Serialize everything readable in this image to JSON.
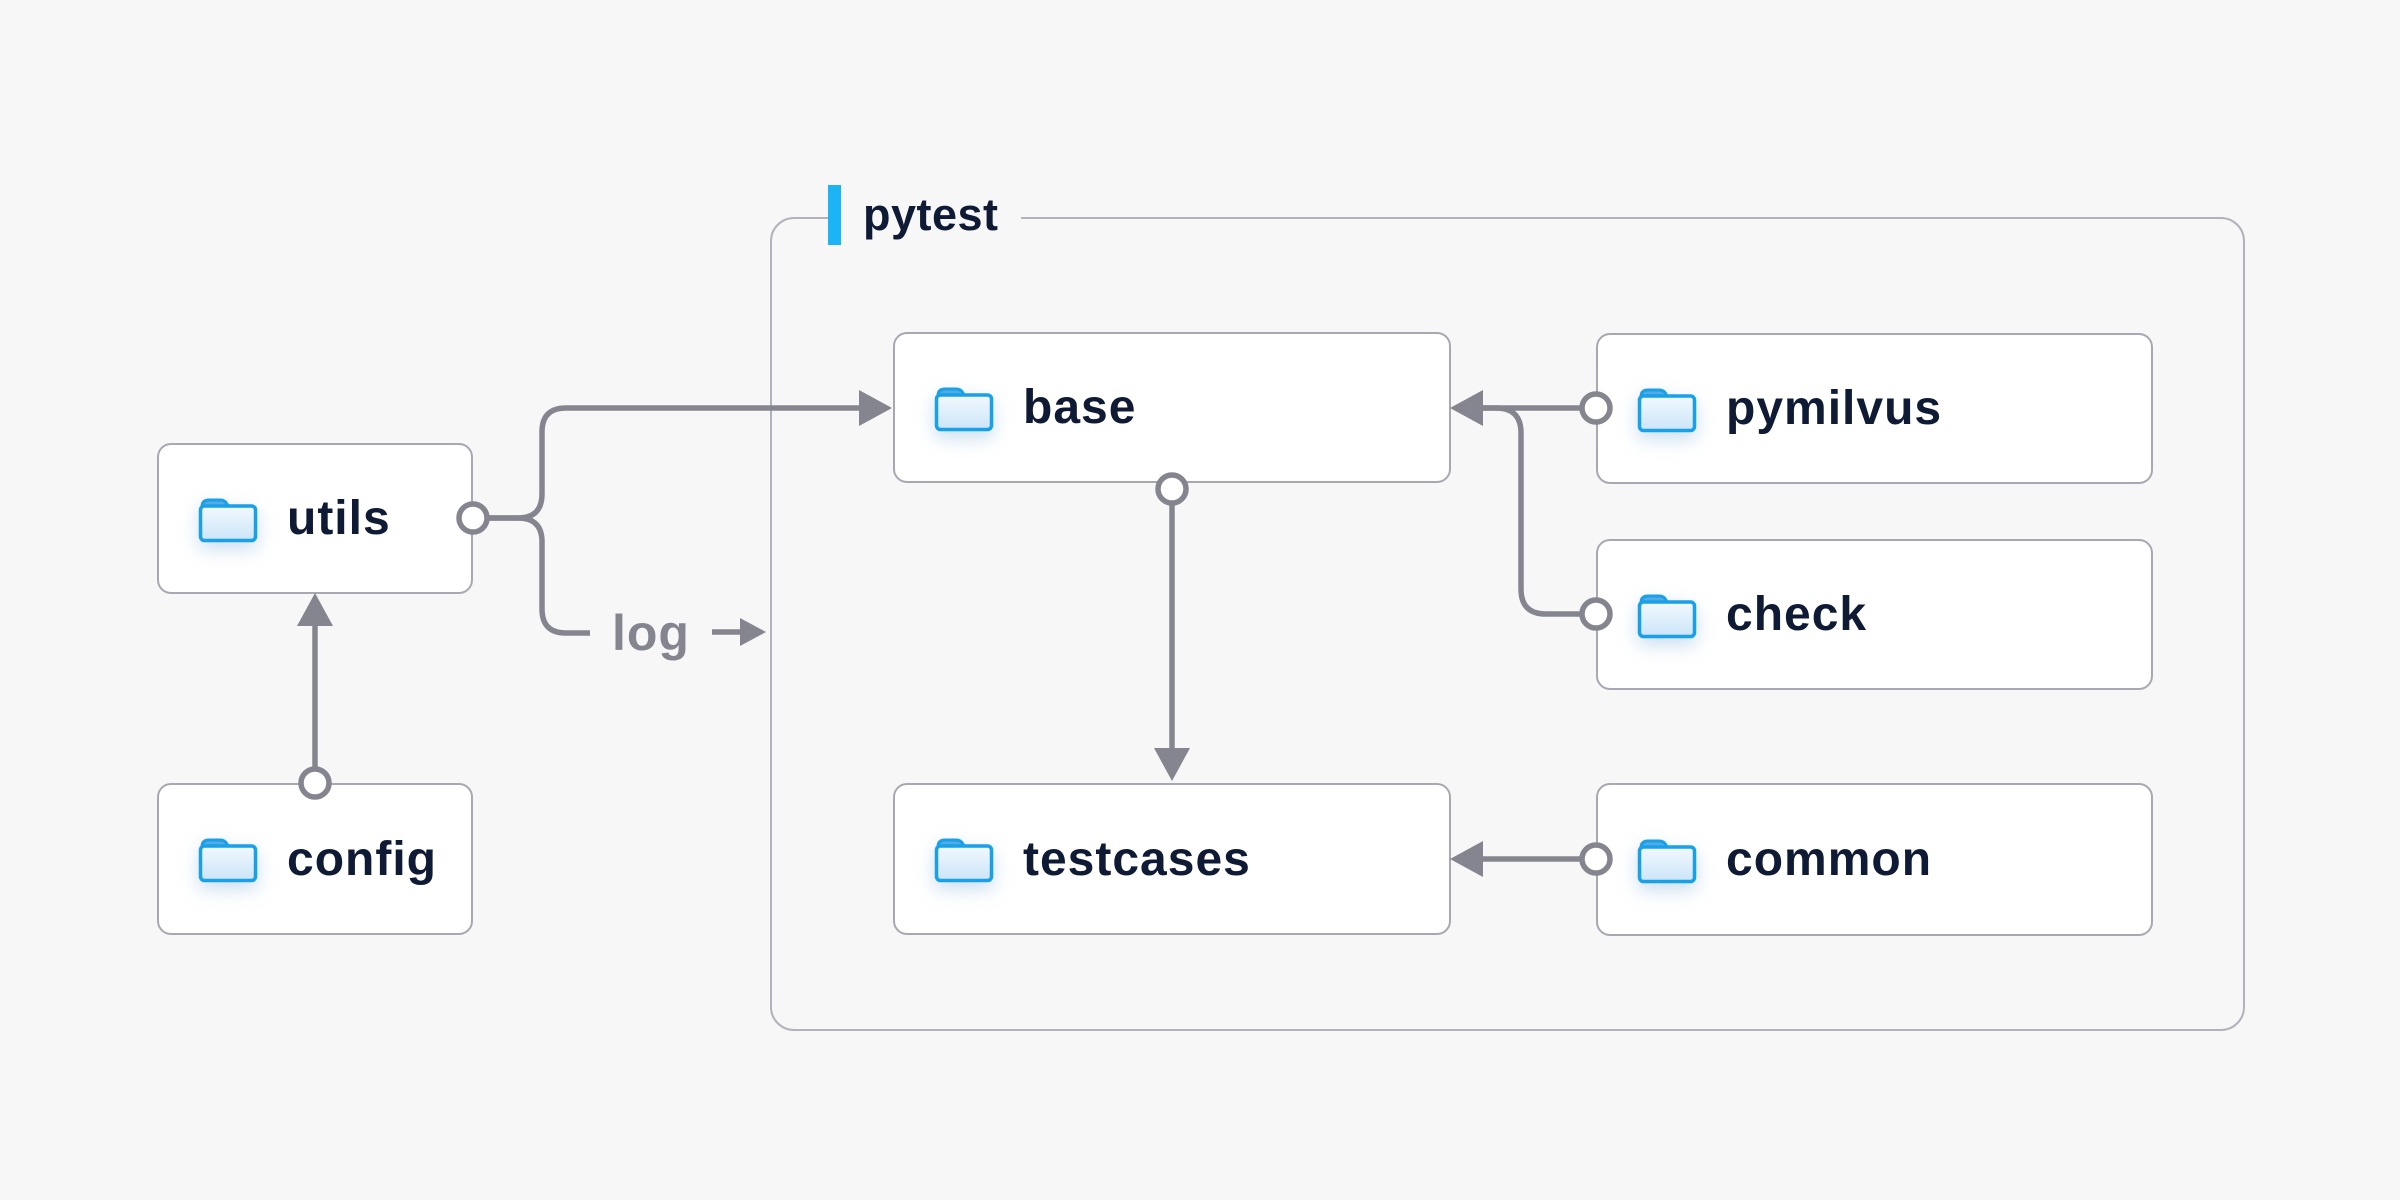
{
  "diagram": {
    "group": {
      "label": "pytest"
    },
    "nodes": [
      {
        "id": "utils",
        "label": "utils"
      },
      {
        "id": "config",
        "label": "config"
      },
      {
        "id": "base",
        "label": "base"
      },
      {
        "id": "pymilvus",
        "label": "pymilvus"
      },
      {
        "id": "check",
        "label": "check"
      },
      {
        "id": "testcases",
        "label": "testcases"
      },
      {
        "id": "common",
        "label": "common"
      }
    ],
    "log_label": "log",
    "edges": [
      {
        "from": "config",
        "to": "utils",
        "style": "arrow"
      },
      {
        "from": "utils",
        "to": "base",
        "style": "arrow"
      },
      {
        "from": "utils",
        "to": "log",
        "style": "labeled-arrow",
        "label": "log"
      },
      {
        "from": "pymilvus",
        "to": "base",
        "style": "arrow"
      },
      {
        "from": "check",
        "to": "base",
        "style": "arrow"
      },
      {
        "from": "base",
        "to": "testcases",
        "style": "arrow"
      },
      {
        "from": "common",
        "to": "testcases",
        "style": "arrow"
      }
    ],
    "colors": {
      "bg": "#f7f7f8",
      "node-bg": "#ffffff",
      "node-border": "#a8a8b2",
      "group-border": "#b2b2bc",
      "line": "#85858f",
      "navy": "#0f1b35",
      "muted": "#85858f",
      "accent": "#1db4f5",
      "folder-stroke": "#18a0e8",
      "folder-tab": "#54aae3"
    }
  }
}
